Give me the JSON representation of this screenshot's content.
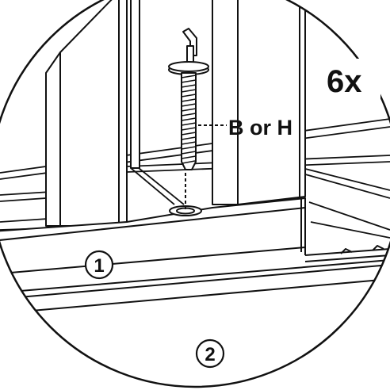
{
  "labels": {
    "quantity": "6x",
    "part_code": "B or H",
    "part_1": "1",
    "part_2": "2"
  },
  "colors": {
    "line": "#111111",
    "background": "#ffffff"
  }
}
